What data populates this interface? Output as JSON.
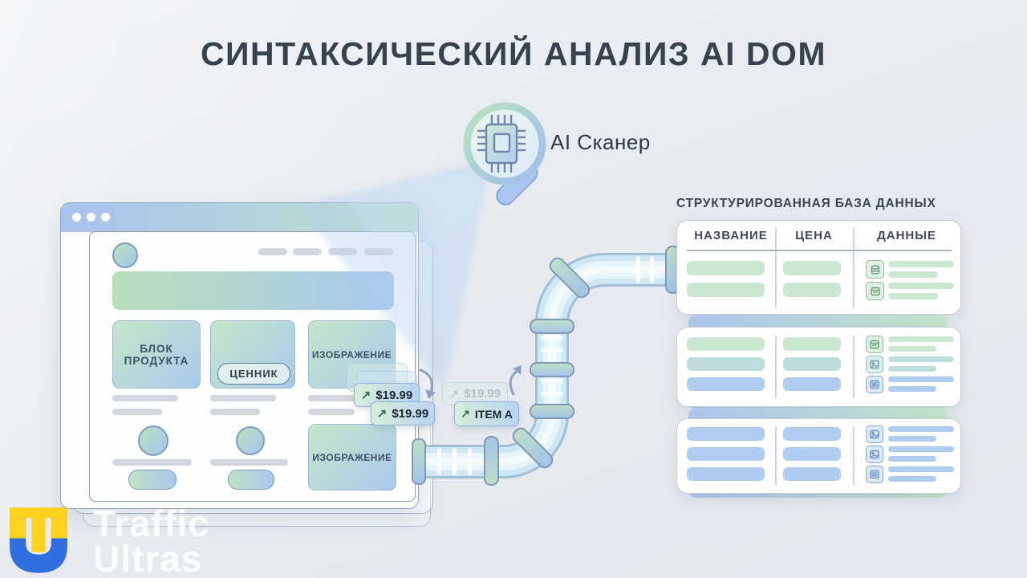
{
  "title": "СИНТАКСИЧЕСКИЙ АНАЛИЗ AI DOM",
  "scanner": {
    "label": "AI Сканер"
  },
  "browser": {
    "product_block_line1": "БЛОК",
    "product_block_line2": "ПРОДУКТА",
    "price_tag_label": "ЦЕННИК",
    "image_label_top": "ИЗОБРАЖЕНИЕ",
    "image_label_bottom": "ИЗОБРАЖЕНИЕ"
  },
  "extracted_tags": {
    "arrow_ne": "↗",
    "price_a": "$19.99",
    "price_b": "$19.99",
    "price_ghost": "$19.99",
    "item": "ITEM A"
  },
  "database": {
    "heading": "СТРУКТУРИРОВАННАЯ БАЗА ДАННЫХ",
    "columns": [
      "НАЗВАНИЕ",
      "ЦЕНА",
      "ДАННЫЕ"
    ]
  },
  "logo": {
    "line1": "Traffic",
    "line2": "Ultras"
  },
  "colors": {
    "accent_green": "#bfe3c3",
    "accent_blue": "#a9c8ef",
    "title_text": "#37424f",
    "logo_yellow": "#ffd21e",
    "logo_blue": "#2f6fe0"
  }
}
